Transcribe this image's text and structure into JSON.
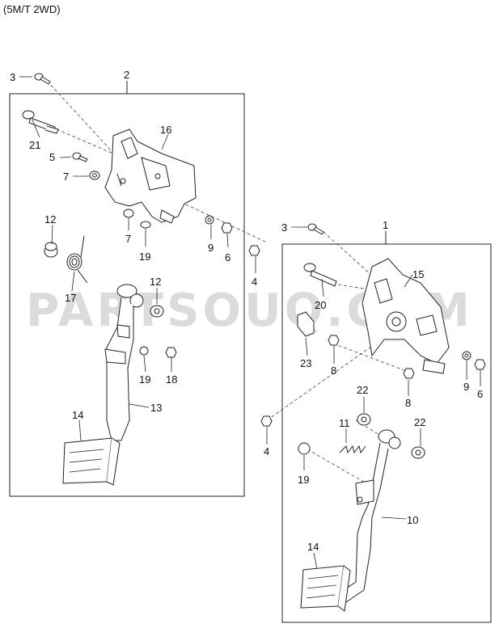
{
  "title": "(5M/T 2WD)",
  "watermark": "PARTSOUQ.COM",
  "labels": {
    "a1": "1",
    "a2": "2",
    "a3_left": "3",
    "a3_right": "3",
    "a4_left": "4",
    "a4_mid": "4",
    "a5": "5",
    "a6_left": "6",
    "a6_right": "6",
    "a7_top": "7",
    "a7_bottom": "7",
    "a8_top": "8",
    "a8_bottom": "8",
    "a9_left": "9",
    "a9_right": "9",
    "a10": "10",
    "a11": "11",
    "a12_top": "12",
    "a12_mid": "12",
    "a13": "13",
    "a14_left": "14",
    "a14_right": "14",
    "a15": "15",
    "a16": "16",
    "a17": "17",
    "a18": "18",
    "a19_left": "19",
    "a19_mid": "19",
    "a19_right": "19",
    "a20": "20",
    "a21": "21",
    "a22_left": "22",
    "a22_right": "22",
    "a23": "23"
  },
  "icons": [
    "bolt-icon",
    "nut-icon",
    "washer-icon",
    "bushing-icon",
    "spring-icon",
    "pedal-icon",
    "bracket-icon",
    "stopper-icon"
  ]
}
